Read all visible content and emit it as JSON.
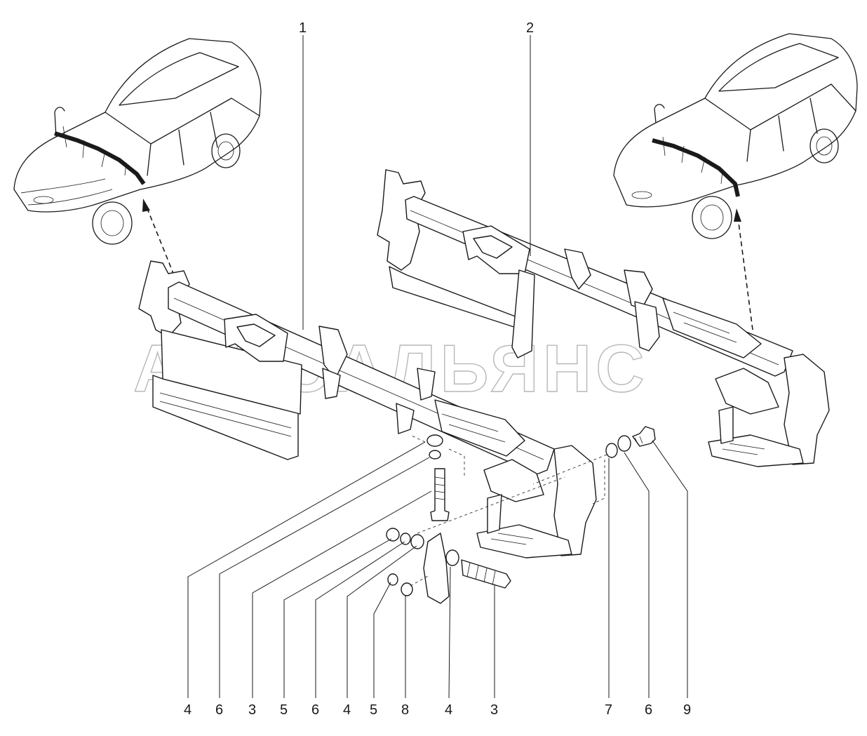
{
  "watermark": "АВТОАЛЬЯНС",
  "callouts": {
    "top_left": "1",
    "top_right": "2",
    "bottom": [
      "4",
      "6",
      "3",
      "5",
      "6",
      "4",
      "5",
      "8",
      "4",
      "3",
      "7",
      "6",
      "9"
    ]
  },
  "icons": {
    "car_left": "car-with-wiring-icon",
    "car_right": "car-with-wiring-icon"
  }
}
